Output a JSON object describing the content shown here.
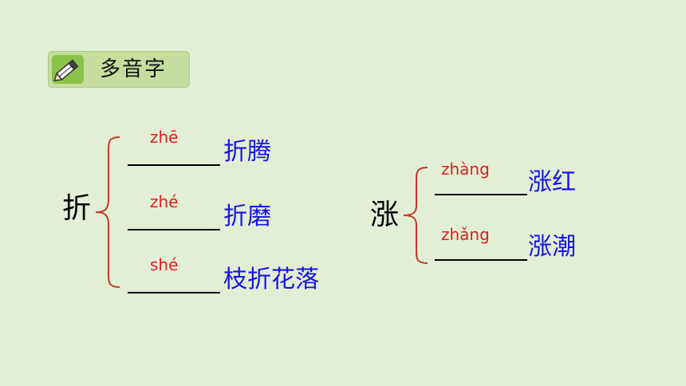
{
  "header": {
    "title": "多音字",
    "icon": "pencil-icon"
  },
  "groups": [
    {
      "char": "折",
      "entries": [
        {
          "pinyin": "zhē",
          "word": "折腾"
        },
        {
          "pinyin": "zhé",
          "word": "折磨"
        },
        {
          "pinyin": "shé",
          "word": "枝折花落"
        }
      ]
    },
    {
      "char": "涨",
      "entries": [
        {
          "pinyin": "zhàng",
          "word": "涨红"
        },
        {
          "pinyin": "zhǎng",
          "word": "涨潮"
        }
      ]
    }
  ],
  "colors": {
    "background": "#E3EFD5",
    "badge": "#C6DD9E",
    "brace": "#C0392B",
    "pinyin": "#E02020",
    "word": "#1515E8"
  }
}
